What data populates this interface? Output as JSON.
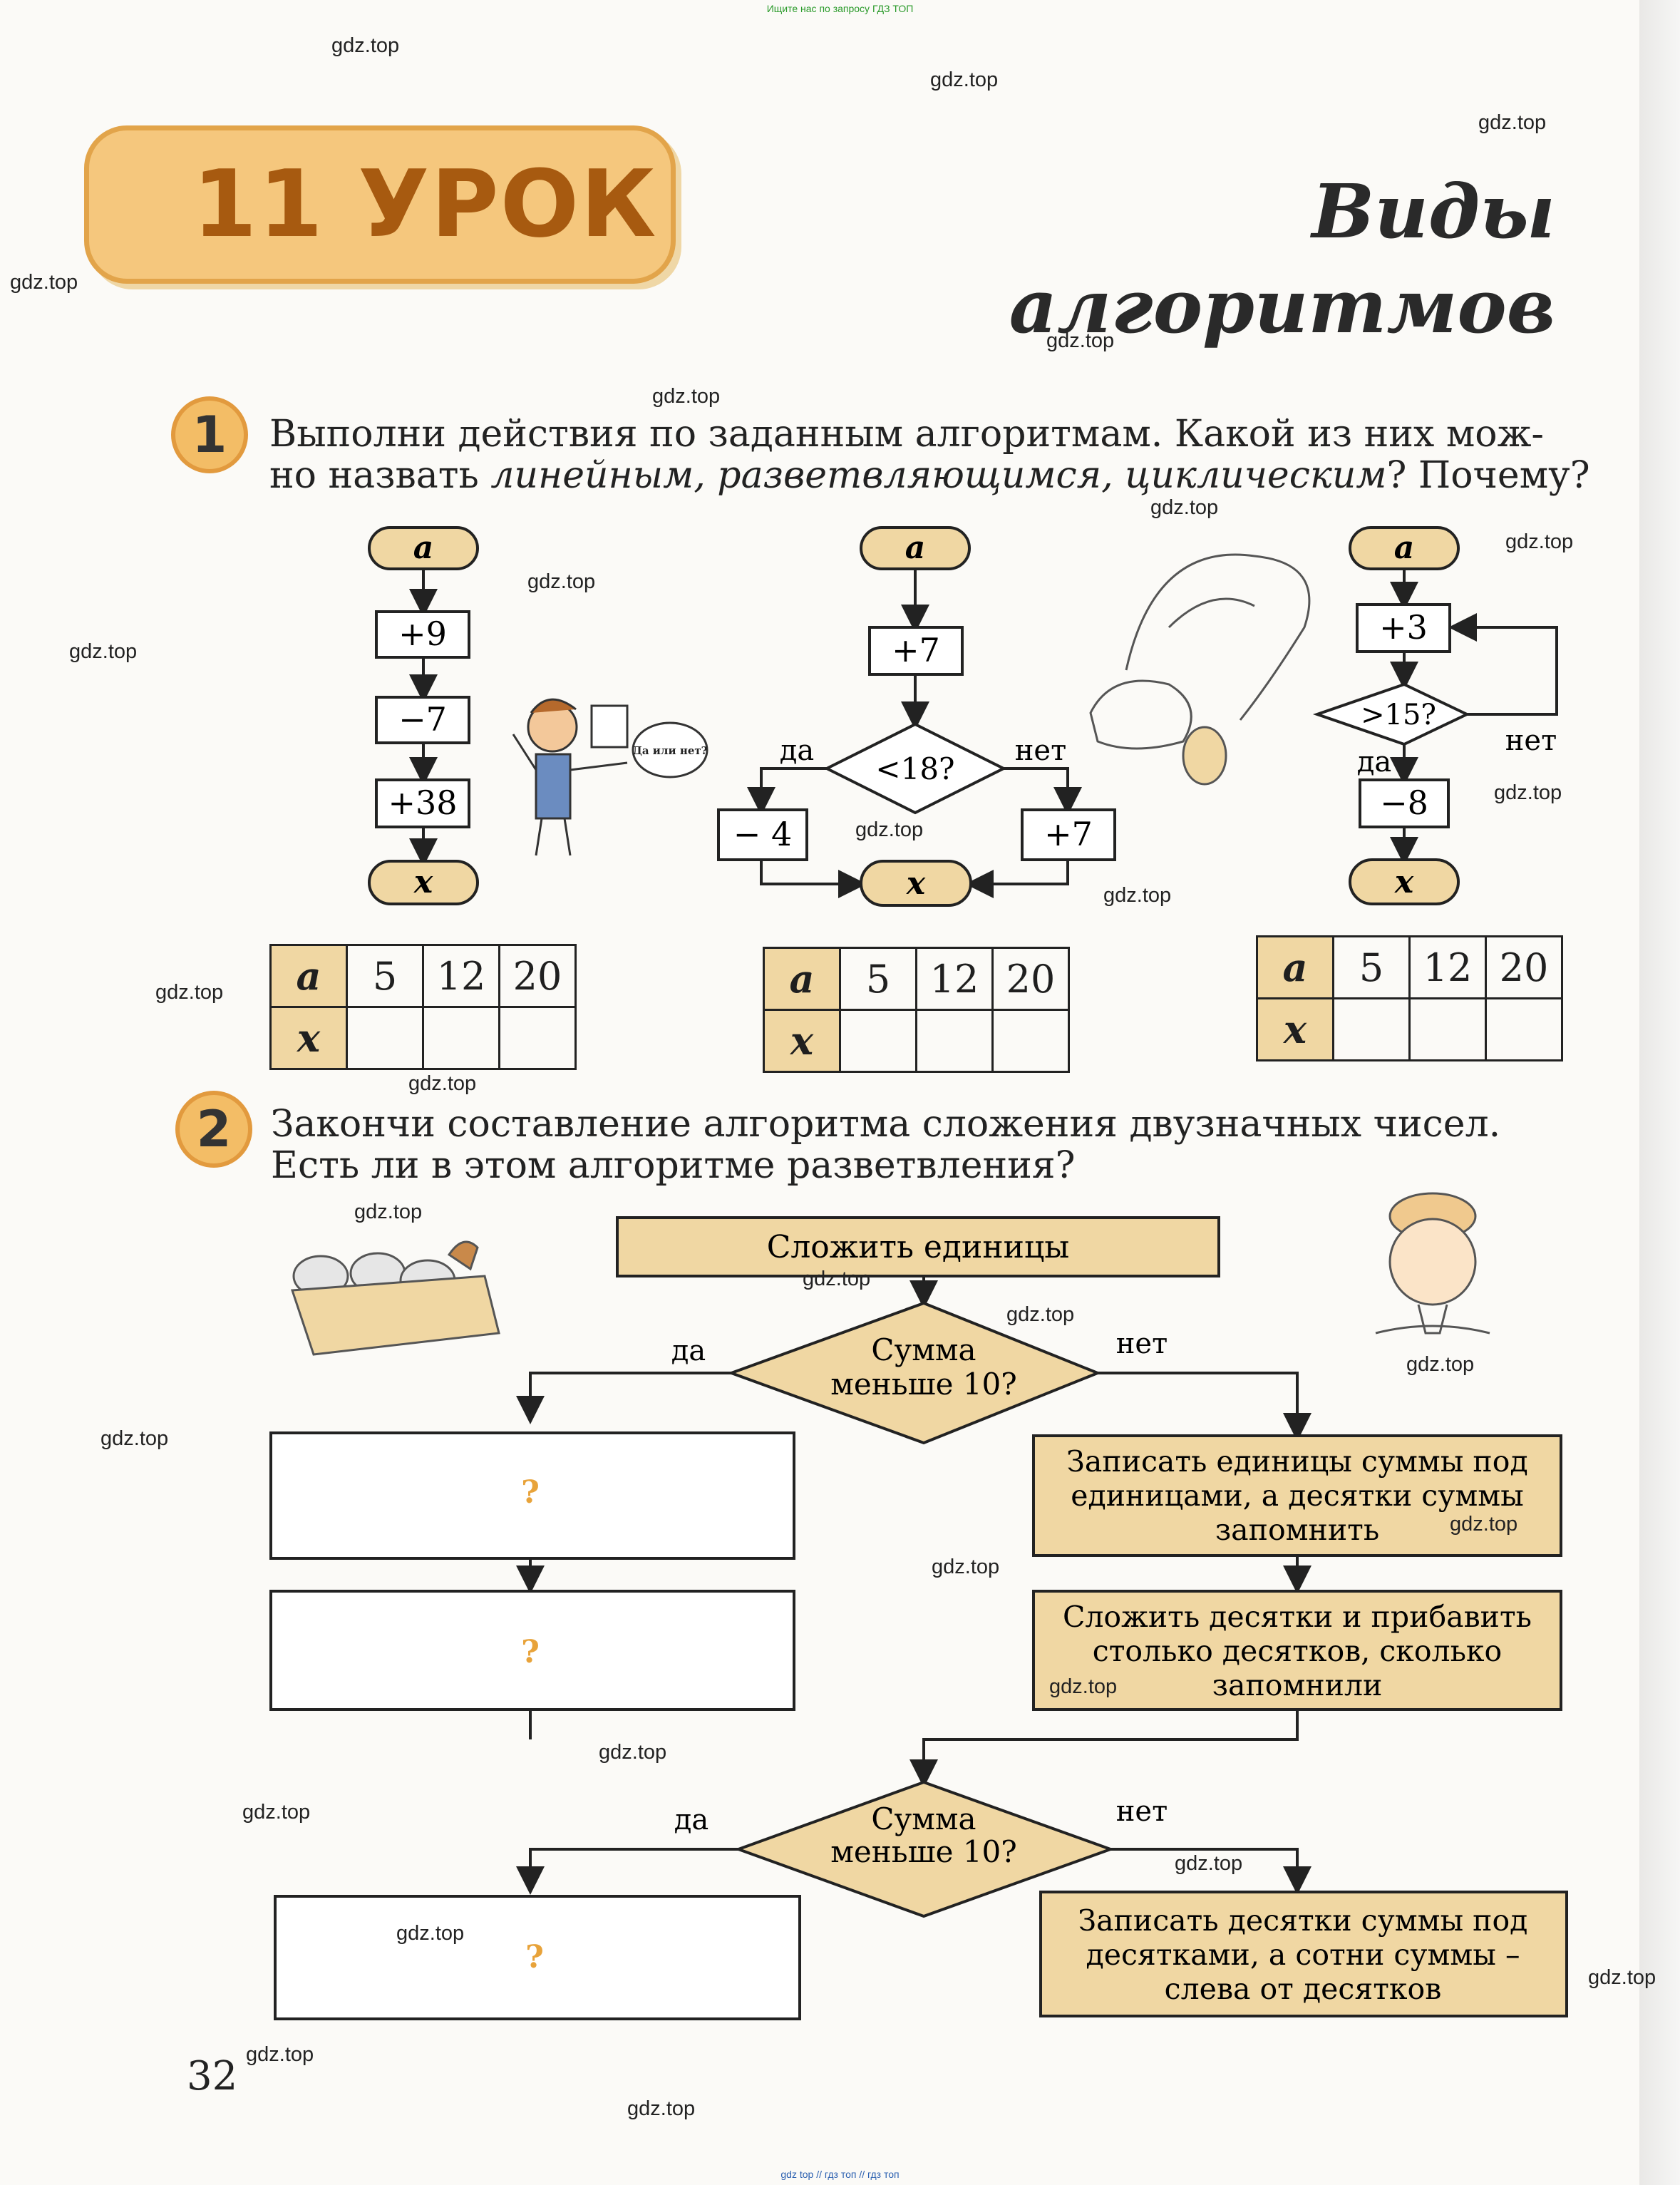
{
  "header": {
    "top_note": "Ищите нас по запросу ГДЗ ТОП",
    "bottom_note": "gdz top // гдз топ // гдз топ",
    "lesson_label": "11 УРОК",
    "title_line1": "Виды",
    "title_line2": "алгоритмов"
  },
  "watermark": "gdz.top",
  "task1": {
    "number": "1",
    "text_line1": "Выполни действия по заданным алгоритмам. Какой из них мож-",
    "text_line2_start": "но назвать ",
    "text_line2_italic": "линейным, разветвляющимся, циклическим",
    "text_line2_end": "? Почему?",
    "algo1": {
      "start": "a",
      "steps": [
        "+9",
        "−7",
        "+38"
      ],
      "end": "x"
    },
    "algo2": {
      "start": "a",
      "step": "+7",
      "condition": "<18?",
      "yes": "да",
      "no": "нет",
      "yes_step": "− 4",
      "no_step": "+7",
      "end": "x"
    },
    "algo3": {
      "start": "a",
      "step": "+3",
      "condition": ">15?",
      "yes": "да",
      "no": "нет",
      "yes_step": "−8",
      "end": "x"
    },
    "table": {
      "row_a": "a",
      "row_x": "x",
      "values": [
        "5",
        "12",
        "20"
      ]
    },
    "boy_bubble": "Да или нет?"
  },
  "task2": {
    "number": "2",
    "text_line1": "Закончи составление алгоритма сложения двузначных чисел.",
    "text_line2": "Есть ли в этом алгоритме разветвления?",
    "step1": "Сложить единицы",
    "cond1_line1": "Сумма",
    "cond1_line2": "меньше 10?",
    "yes": "да",
    "no": "нет",
    "unknown": "?",
    "no_box1_lines": [
      "Записать единицы суммы под",
      "единицами, а десятки суммы",
      "запомнить"
    ],
    "no_box2_lines": [
      "Сложить десятки и прибавить",
      "столько десятков, сколько",
      "запомнили"
    ],
    "cond2_line1": "Сумма",
    "cond2_line2": "меньше 10?",
    "no_box3_lines": [
      "Записать десятки суммы под",
      "десятками, а сотни суммы –",
      "слева от десятков"
    ]
  },
  "page_number": "32",
  "colors": {
    "accent": "#f0d7a3",
    "banner": "#f5c77d",
    "banner_text": "#a75a10",
    "question": "#e8a33a"
  }
}
